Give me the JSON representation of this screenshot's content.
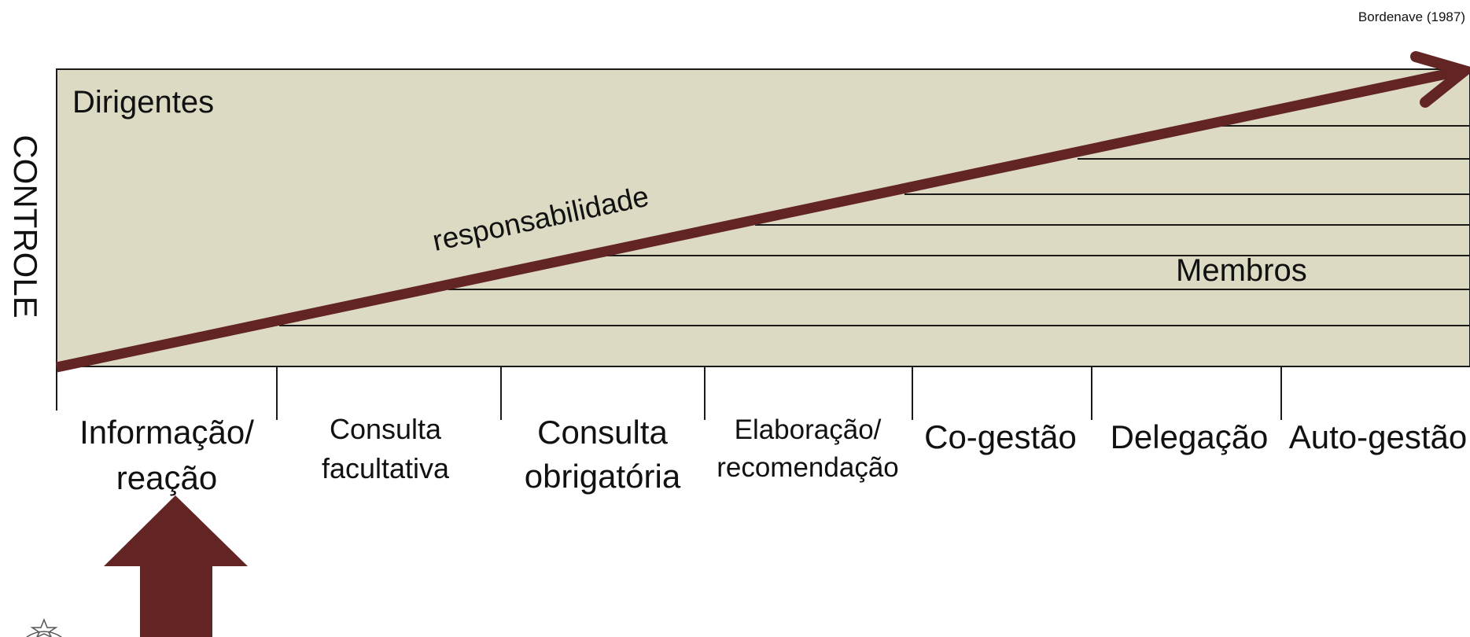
{
  "citation": "Bordenave (1987)",
  "y_axis_label": "CONTROLE",
  "top_region_label": "Dirigentes",
  "bottom_region_label": "Membros",
  "arrow_label": "responsabilidade",
  "levels": [
    {
      "line1": "Informação/",
      "line2": "reação"
    },
    {
      "line1": "Consulta",
      "line2": "facultativa"
    },
    {
      "line1": "Consulta",
      "line2": "obrigatória"
    },
    {
      "line1": "Elaboração/",
      "line2": "recomendação"
    },
    {
      "line1": "Co-gestão",
      "line2": ""
    },
    {
      "line1": "Delegação",
      "line2": ""
    },
    {
      "line1": "Auto-gestão",
      "line2": ""
    }
  ],
  "colors": {
    "panel": "#dddac3",
    "arrow": "#632424",
    "line": "#1a1a1a"
  },
  "icons": {
    "pointer": "up-arrow-icon",
    "logo": "star-emblem-icon"
  }
}
